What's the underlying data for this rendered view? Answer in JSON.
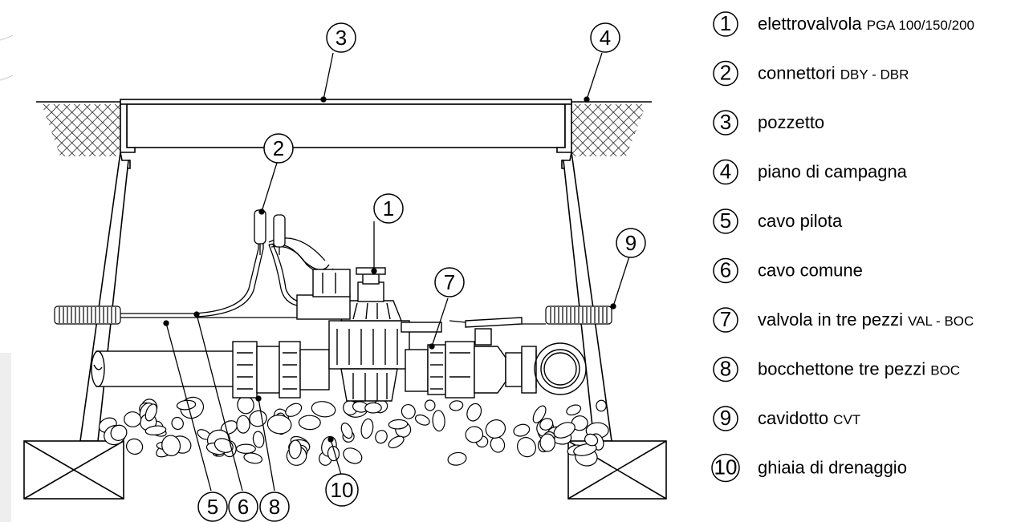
{
  "callouts": [
    "1",
    "2",
    "3",
    "4",
    "5",
    "6",
    "7",
    "8",
    "9",
    "10"
  ],
  "legend": [
    {
      "num": "1",
      "label": "elettrovalvola",
      "code": "PGA 100/150/200"
    },
    {
      "num": "2",
      "label": "connettori",
      "code": "DBY - DBR"
    },
    {
      "num": "3",
      "label": "pozzetto",
      "code": ""
    },
    {
      "num": "4",
      "label": "piano di campagna",
      "code": ""
    },
    {
      "num": "5",
      "label": "cavo pilota",
      "code": ""
    },
    {
      "num": "6",
      "label": "cavo comune",
      "code": ""
    },
    {
      "num": "7",
      "label": "valvola in tre pezzi",
      "code": "VAL - BOC"
    },
    {
      "num": "8",
      "label": "bocchettone tre pezzi",
      "code": "BOC"
    },
    {
      "num": "9",
      "label": "cavidotto",
      "code": "CVT"
    },
    {
      "num": "10",
      "label": "ghiaia di drenaggio",
      "code": ""
    }
  ],
  "colors": {
    "line": "#000000",
    "background": "#ffffff"
  }
}
